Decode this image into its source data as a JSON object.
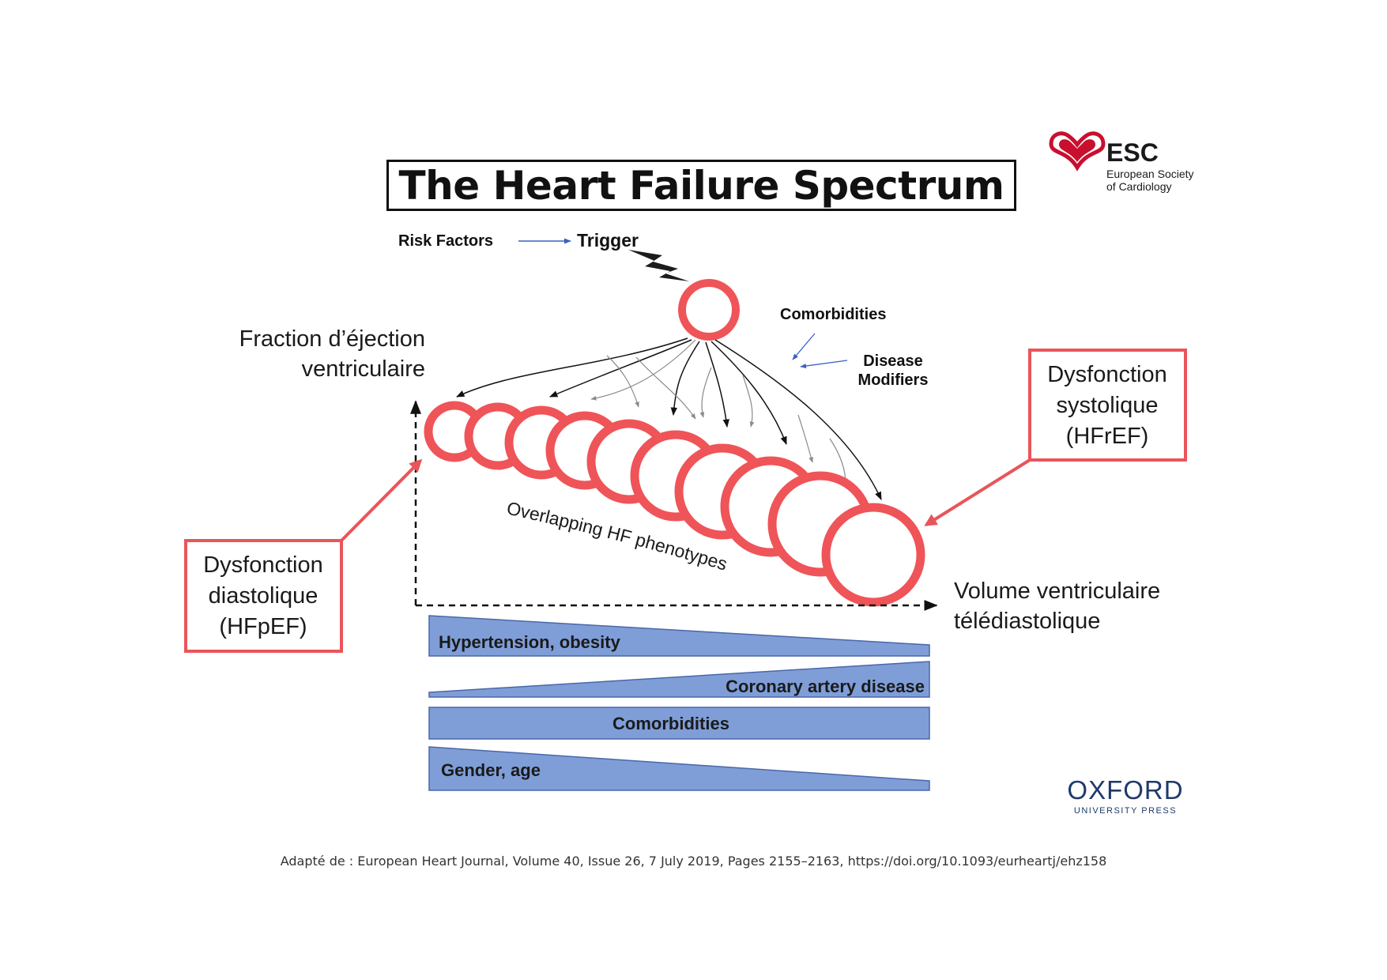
{
  "title": "The Heart Failure Spectrum",
  "flow": {
    "risk_factors": "Risk Factors",
    "trigger": "Trigger",
    "comorbidities": "Comorbidities",
    "disease_line1": "Disease",
    "disease_line2": "Modifiers"
  },
  "axes": {
    "y_line1": "Fraction d’éjection",
    "y_line2": "ventriculaire",
    "x_line1": "Volume ventriculaire",
    "x_line2": "télédiastolique"
  },
  "phenotypes_label": "Overlapping HF phenotypes",
  "callouts": {
    "hfref": [
      "Dysfonction",
      "systolique",
      "(HFrEF)"
    ],
    "hfpef": [
      "Dysfonction",
      "diastolique",
      "(HFpEF)"
    ]
  },
  "bars": {
    "hypertension": "Hypertension, obesity",
    "coronary": "Coronary artery disease",
    "comorbidities": "Comorbidities",
    "gender": "Gender, age"
  },
  "logos": {
    "esc": "ESC",
    "esc_sub1": "European Society",
    "esc_sub2": "of Cardiology",
    "oxford": "OXFORD",
    "oxford_sub": "UNIVERSITY PRESS"
  },
  "caption": "Adapté de : European Heart Journal, Volume 40, Issue 26, 7 July 2019, Pages 2155–2163, https://doi.org/10.1093/eurheartj/ehz158",
  "colors": {
    "ring": "#ef5458",
    "bar_fill": "#7f9ed8",
    "bar_stroke": "#4a67a8",
    "callout": "#e9555a",
    "arrow_blue": "#3a62c0",
    "esc_red": "#c8102e",
    "oxford_blue": "#1f3a6b"
  }
}
